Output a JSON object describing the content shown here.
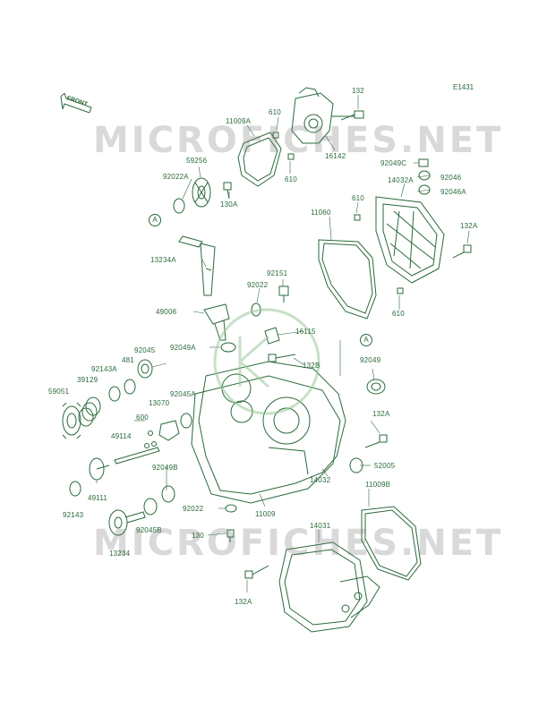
{
  "diagram_code": "E1431",
  "watermark": "MICROFICHES.NET",
  "front_label": "FRONT",
  "circle_marker": "A",
  "labels": {
    "p132_top": "132",
    "p610_a": "610",
    "p11009A": "11009A",
    "p610_b": "610",
    "p16142": "16142",
    "p59256": "59256",
    "p92022A": "92022A",
    "p130A": "130A",
    "p92049C": "92049C",
    "p92046": "92046",
    "p14032A": "14032A",
    "p92046A": "92046A",
    "p610_c": "610",
    "p11060": "11060",
    "p132A_r": "132A",
    "p13234A": "13234A",
    "p92151": "92151",
    "p92022": "92022",
    "p610_d": "610",
    "p49006": "49006",
    "p16115": "16115",
    "p92049A": "92049A",
    "p132B": "132B",
    "p92045": "92045",
    "p481": "481",
    "p92143A": "92143A",
    "p39129": "39129",
    "p92049": "92049",
    "p59051": "59051",
    "p13070": "13070",
    "p92045A": "92045A",
    "p600": "600",
    "p132A_m": "132A",
    "p49114": "49114",
    "p92049B": "92049B",
    "p52005": "52005",
    "p49111": "49111",
    "p14032": "14032",
    "p11009B": "11009B",
    "p92143": "92143",
    "p92022_b": "92022",
    "p11009": "11009",
    "p14031": "14031",
    "p92045B": "92045B",
    "p130": "130",
    "p13234": "13234",
    "p132A_b": "132A"
  },
  "colors": {
    "line": "#2a6a3a",
    "text": "#2a6a3a",
    "watermark": "#888888"
  }
}
